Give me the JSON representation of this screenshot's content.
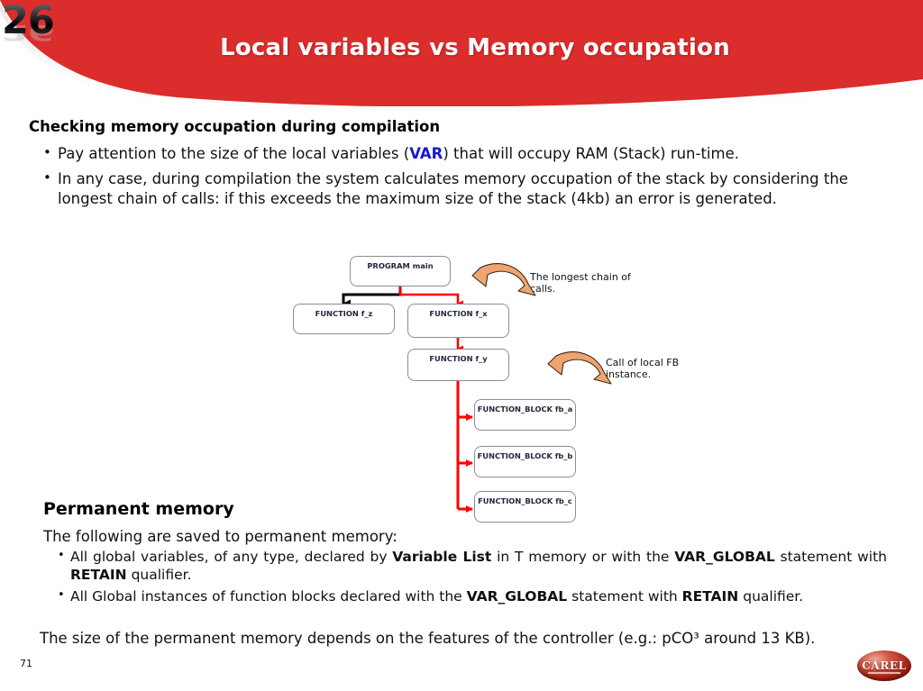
{
  "header": {
    "slide_number": "26",
    "title": "Local variables vs Memory occupation",
    "band_color": "#dc2d2d"
  },
  "section_checking": {
    "heading": "Checking memory occupation during compilation",
    "bullet_marker": "•",
    "bullets": [
      {
        "pre": "Pay attention to the size of the local variables (",
        "highlight": "VAR",
        "post": ") that will occupy RAM (Stack) run-time.",
        "highlight_color": "#1717cf"
      },
      {
        "pre": "In any case, during compilation the system calculates memory occupation of the stack by considering the longest chain of calls: if this exceeds the maximum size of the stack (4kb) an error is generated.",
        "highlight": "",
        "post": ""
      }
    ]
  },
  "diagram": {
    "boxes": [
      {
        "id": "program-main",
        "label": "PROGRAM main"
      },
      {
        "id": "function-f-z",
        "label": "FUNCTION f_z"
      },
      {
        "id": "function-f-x",
        "label": "FUNCTION f_x"
      },
      {
        "id": "function-f-y",
        "label": "FUNCTION f_y"
      },
      {
        "id": "function-block-fb-a",
        "label": "FUNCTION_BLOCK fb_a"
      },
      {
        "id": "function-block-fb-b",
        "label": "FUNCTION_BLOCK fb_b"
      },
      {
        "id": "function-block-fb-c",
        "label": "FUNCTION_BLOCK fb_c"
      }
    ],
    "annotations": [
      {
        "id": "longest-chain",
        "line1": "The longest chain of",
        "line2": "calls."
      },
      {
        "id": "local-fb",
        "line1": "Call of local FB",
        "line2": "instance."
      }
    ],
    "colors": {
      "highlight_path": "#ff0000",
      "normal_path": "#000000",
      "callout_arrow": "#efa471",
      "box_border": "#8d8d8d"
    }
  },
  "section_permanent": {
    "heading": "Permanent memory",
    "intro": "The following are saved to permanent memory:",
    "bullet_marker": "•",
    "bullets": [
      {
        "parts": [
          {
            "t": "All global variables, of any type, declared by ",
            "b": false
          },
          {
            "t": "Variable List",
            "b": true
          },
          {
            "t": " in T memory or with the ",
            "b": false
          },
          {
            "t": "VAR_GLOBAL",
            "b": true
          },
          {
            "t": " statement with ",
            "b": false
          },
          {
            "t": "RETAIN",
            "b": true
          },
          {
            "t": " qualifier.",
            "b": false
          }
        ]
      },
      {
        "parts": [
          {
            "t": "All Global instances of function blocks declared with the ",
            "b": false
          },
          {
            "t": "VAR_GLOBAL",
            "b": true
          },
          {
            "t": " statement with ",
            "b": false
          },
          {
            "t": "RETAIN",
            "b": true
          },
          {
            "t": " qualifier.",
            "b": false
          }
        ]
      }
    ],
    "tail": "The size of the permanent memory depends on the features of the controller (e.g.: pCO³ around 13 KB).",
    "page_number": "71"
  },
  "logo": {
    "text": "CAREL"
  }
}
